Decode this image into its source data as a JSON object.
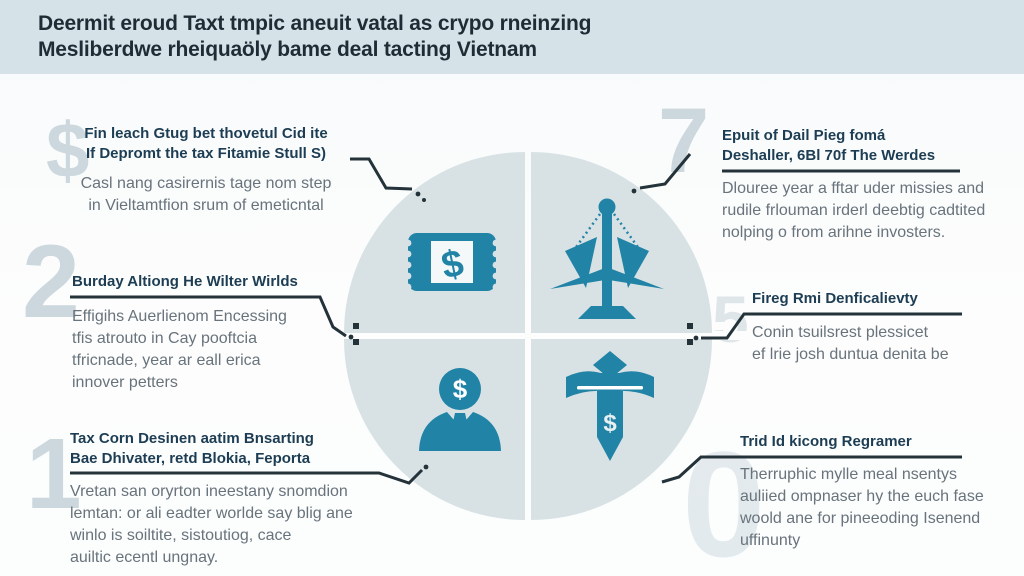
{
  "title": {
    "line1": "Deermit eroud Taxt tmpic aneuit vatal as crypo rneinzing",
    "line2": "Mesliberdwe rheiquaöly bame deal tacting Vietnam"
  },
  "colors": {
    "band": "#d5e3e8",
    "accent": "#2183a6",
    "heading_navy": "#1c3d53",
    "body_gray": "#68737c",
    "circle_fill": "#d8e2e5",
    "connector": "#24323a",
    "watermark": "#ccd8de",
    "title_ink": "#1f2c35",
    "background": "#fbfcfd"
  },
  "callouts": [
    {
      "id": "top-left",
      "heading_lines": [
        "Fin leach Gtug bet thovetul Cid ite",
        "If Depromt the tax Fitamie Stull S)"
      ],
      "body_lines": [
        "Casl nang casirernis tage nom step",
        "in Vieltamtfion srum of emeticntal"
      ],
      "watermark": "$"
    },
    {
      "id": "mid-left",
      "heading_lines": [
        "Burday Altiong He Wilter Wirlds"
      ],
      "body_lines": [
        "Effigihs Auerlienom Encessing",
        "tfis atrouto in Cay pooftcia",
        "tfricnade, year ar eall erica",
        "innover petters"
      ],
      "watermark": "2"
    },
    {
      "id": "bottom-left",
      "heading_lines": [
        "Tax Corn Desinen aatim Bnsarting",
        "Bae Dhivater, retd Blokia, Feporta"
      ],
      "body_lines": [
        "Vretan san oryrton ineestany snomdion",
        "lemtan: or ali eadter worlde say blig ane",
        "winlo is soiltite, sistoutiog, cace",
        "auiltic ecentl ungnay."
      ],
      "watermark": "1"
    },
    {
      "id": "top-right",
      "heading_lines": [
        "Epuit of Dail Pieg fomá",
        "Deshaller, 6Bl 70f The Werdes"
      ],
      "body_lines": [
        "Dlouree year a fftar uder missies and",
        "rudile frlouman irderl deebtig cadtited",
        "nolping o from arihne invosters."
      ],
      "watermark": "7"
    },
    {
      "id": "mid-right",
      "heading_lines": [
        "Fireg Rmi Denficalievty"
      ],
      "body_lines": [
        "Conin tsuilsrest plessicet",
        "ef lrie josh duntua denita be"
      ],
      "watermark": "5"
    },
    {
      "id": "bottom-right",
      "heading_lines": [
        "Trid Id kicong Regramer"
      ],
      "body_lines": [
        "Therruphic mylle meal nsentys",
        "auliied ompnaser hy the euch fase",
        "woold ane for pineeoding Isenend",
        "uffinunty"
      ],
      "watermark": "0"
    }
  ],
  "icons": [
    {
      "name": "ticket-dollar-icon",
      "symbol": "$"
    },
    {
      "name": "balance-scale-icon",
      "symbol": ""
    },
    {
      "name": "businessman-dollar-icon",
      "symbol": "$"
    },
    {
      "name": "sword-cross-dollar-icon",
      "symbol": "$"
    }
  ]
}
